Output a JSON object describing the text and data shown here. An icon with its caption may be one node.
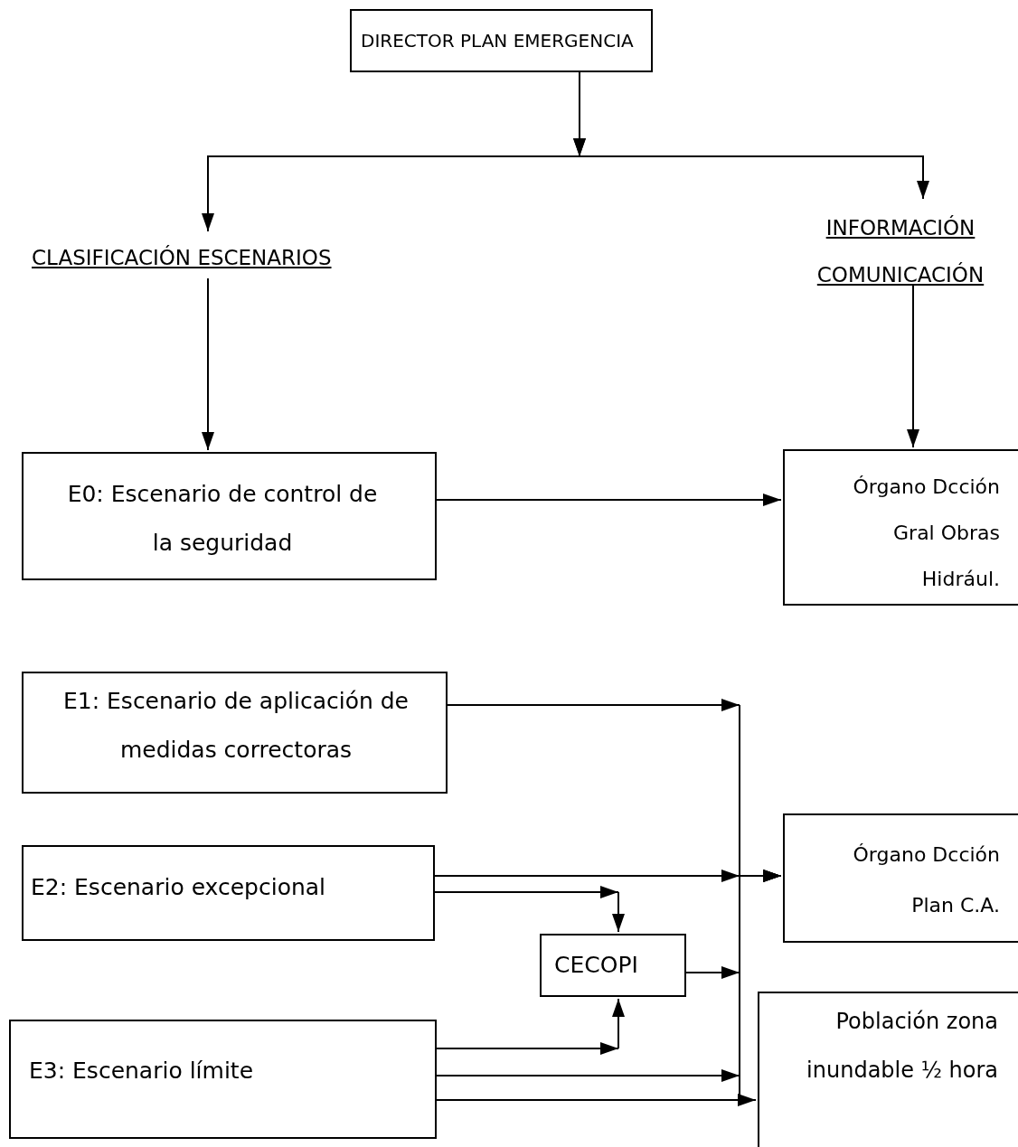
{
  "diagram": {
    "nodes": [
      {
        "text": [
          "DIRECTOR PLAN EMERGENCIA"
        ]
      },
      {
        "text": [
          "CLASIFICACIÓN ESCENARIOS"
        ]
      },
      {
        "text": [
          "INFORMACIÓN COMUNICACIÓN"
        ]
      },
      {
        "text": [
          "E0: Escenario de control de la seguridad"
        ]
      },
      {
        "text": [
          "Órgano Dcción Gral Obras Hidrául."
        ]
      },
      {
        "text": [
          "E1: Escenario de aplicación de medidas correctoras"
        ]
      },
      {
        "text": [
          "Órgano Dcción Plan C.A."
        ]
      },
      {
        "text": [
          "E2: Escenario excepcional"
        ]
      },
      {
        "text": [
          "CECOPI"
        ]
      },
      {
        "text": [
          "E3: Escenario límite"
        ]
      },
      {
        "text": [
          "Población zona inundable ½ hora"
        ]
      }
    ],
    "edges": [
      {
        "from": 0,
        "to": 1,
        "arrow": "to"
      },
      {
        "from": 0,
        "to": 2,
        "arrow": "to"
      },
      {
        "from": 1,
        "to": 3,
        "arrow": "to"
      },
      {
        "from": 2,
        "to": 4,
        "arrow": "to"
      },
      {
        "from": 3,
        "to": 4,
        "arrow": "to"
      },
      {
        "from": 5,
        "to": 6,
        "arrow": "to"
      },
      {
        "from": 7,
        "to": 6,
        "arrow": "to"
      },
      {
        "from": 7,
        "to": 8,
        "arrow": "to"
      },
      {
        "from": 8,
        "to": 6,
        "arrow": "to"
      },
      {
        "from": 9,
        "to": 8,
        "arrow": "to"
      },
      {
        "from": 9,
        "to": 6,
        "arrow": "to"
      },
      {
        "from": 9,
        "to": 10,
        "arrow": "to"
      }
    ]
  }
}
